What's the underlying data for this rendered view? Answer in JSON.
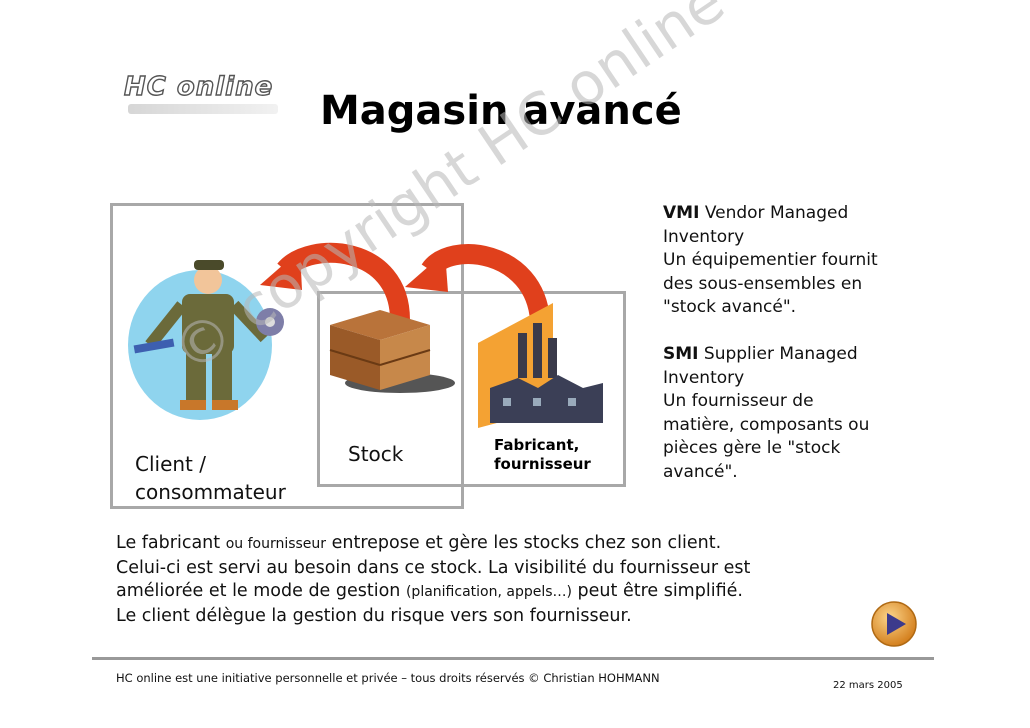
{
  "logo": {
    "text": "HC online"
  },
  "title": "Magasin avancé",
  "watermark": "© copyright HC online",
  "diagram": {
    "client_label_1": "Client /",
    "client_label_2": "consommateur",
    "stock_label": "Stock",
    "fab_label_1": "Fabricant,",
    "fab_label_2": "fournisseur"
  },
  "vmi": {
    "acronym": "VMI",
    "name_1": "Vendor Managed",
    "name_2": "Inventory",
    "desc_1": "Un équipementier fournit",
    "desc_2": "des sous-ensembles en",
    "desc_3": "\"stock avancé\"."
  },
  "smi": {
    "acronym": "SMI",
    "name_1": "Supplier Managed",
    "name_2": "Inventory",
    "desc_1": "Un fournisseur de",
    "desc_2": "matière, composants ou",
    "desc_3": "pièces gère le \"stock",
    "desc_4": "avancé\"."
  },
  "paragraph": {
    "l1_a": "Le fabricant ",
    "l1_small": "ou fournisseur",
    "l1_b": " entrepose et gère les stocks chez son client.",
    "l2": "Celui-ci est servi au besoin dans ce stock. La visibilité du fournisseur est",
    "l3_a": "améliorée et le mode de gestion ",
    "l3_small": "(planification, appels…)",
    "l3_b": " peut être simplifié.",
    "l4": "Le client délègue la gestion du risque vers son fournisseur."
  },
  "footer": {
    "text": "HC online est une initiative personnelle et privée – tous droits réservés © Christian HOHMANN",
    "date": "22 mars 2005"
  },
  "colors": {
    "arrow": "#e0401c",
    "box_border": "#a8a8a8",
    "play_button": "#e8a23a"
  }
}
